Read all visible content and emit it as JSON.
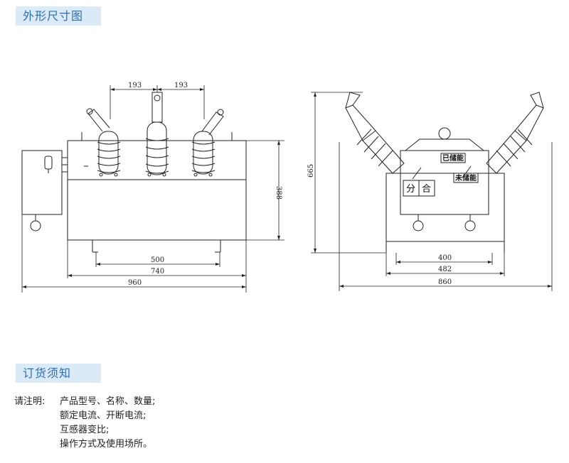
{
  "headers": {
    "dimensions_title": "外形尺寸图",
    "ordering_title": "订货须知"
  },
  "front_view": {
    "dim_193_left": "193",
    "dim_193_right": "193",
    "dim_388": "388",
    "dim_500": "500",
    "dim_740": "740",
    "dim_960": "960"
  },
  "side_view": {
    "dim_665": "665",
    "dim_400": "400",
    "dim_482": "482",
    "dim_860": "860",
    "label_stored": "已储能",
    "label_unstored": "未储能",
    "label_open": "分",
    "label_close": "合"
  },
  "ordering_notes": {
    "lead": "请注明:",
    "lines": [
      "产品型号、名称、数量;",
      "额定电流、开断电流;",
      "互感器变比;",
      "操作方式及使用场所。"
    ]
  }
}
